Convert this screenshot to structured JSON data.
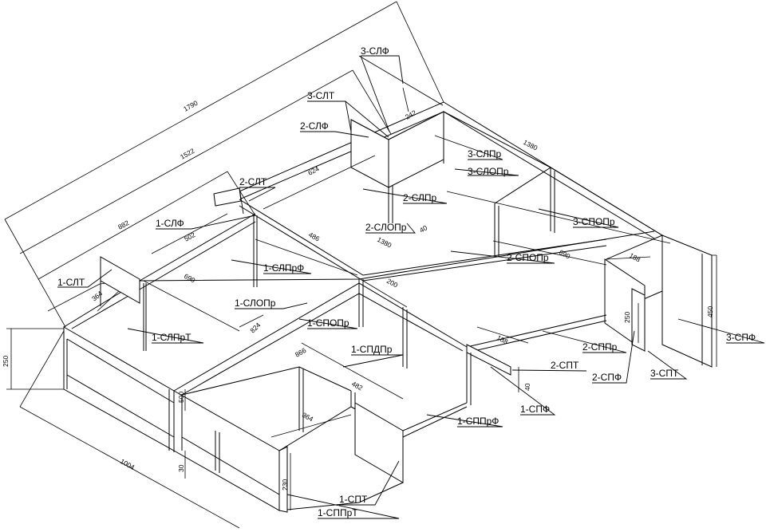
{
  "labels": {
    "s3_sl_f": "3-СЛФ",
    "s3_sl_t": "3-СЛТ",
    "s2_sl_f": "2-СЛФ",
    "s3_slpr": "3-СЛПр",
    "s3_slopr": "3-СЛОПр",
    "s2_sl_t": "2-СЛТ",
    "s2_slpr": "2-СЛПр",
    "s2_slopr": "2-СЛОПр",
    "s3_sopr": "3-СПОПр",
    "s1_sl_f": "1-СЛФ",
    "s1_sl_t": "1-СЛТ",
    "s1_slprf": "1-СЛПрФ",
    "s2_sopr": "2-СПОПр",
    "s1_slopr": "1-СЛОПр",
    "s1_soppr": "1-СПОПр",
    "s1_slprt": "1-СЛПрТ",
    "s1_spdpr": "1-СПДПр",
    "s2_sppr": "2-СППр",
    "s2_spt": "2-СПТ",
    "s3_spf": "3-СПФ",
    "s2_spf": "2-СПФ",
    "s3_spt": "3-СПТ",
    "s1_spf": "1-СПФ",
    "s1_spprf": "1-СППрФ",
    "s1_spt": "1-СПТ",
    "s1_spprt": "1-СППрТ"
  },
  "dimensions": {
    "d1790": "1790",
    "d1522": "1522",
    "d882": "882",
    "d502": "502",
    "d364a": "364",
    "d690a": "690",
    "d624": "624",
    "d486": "486",
    "d1380a": "1380",
    "d1380b": "1380",
    "d242": "242",
    "d40a": "40",
    "d200": "200",
    "d690b": "690",
    "d188a": "188",
    "d824": "824",
    "d866": "866",
    "d482": "482",
    "d364b": "364",
    "d188b": "188",
    "d250a": "250",
    "d250b": "250",
    "d450": "450",
    "d500": "500",
    "d30": "30",
    "d230": "230",
    "d40b": "40",
    "d1004": "1004"
  }
}
